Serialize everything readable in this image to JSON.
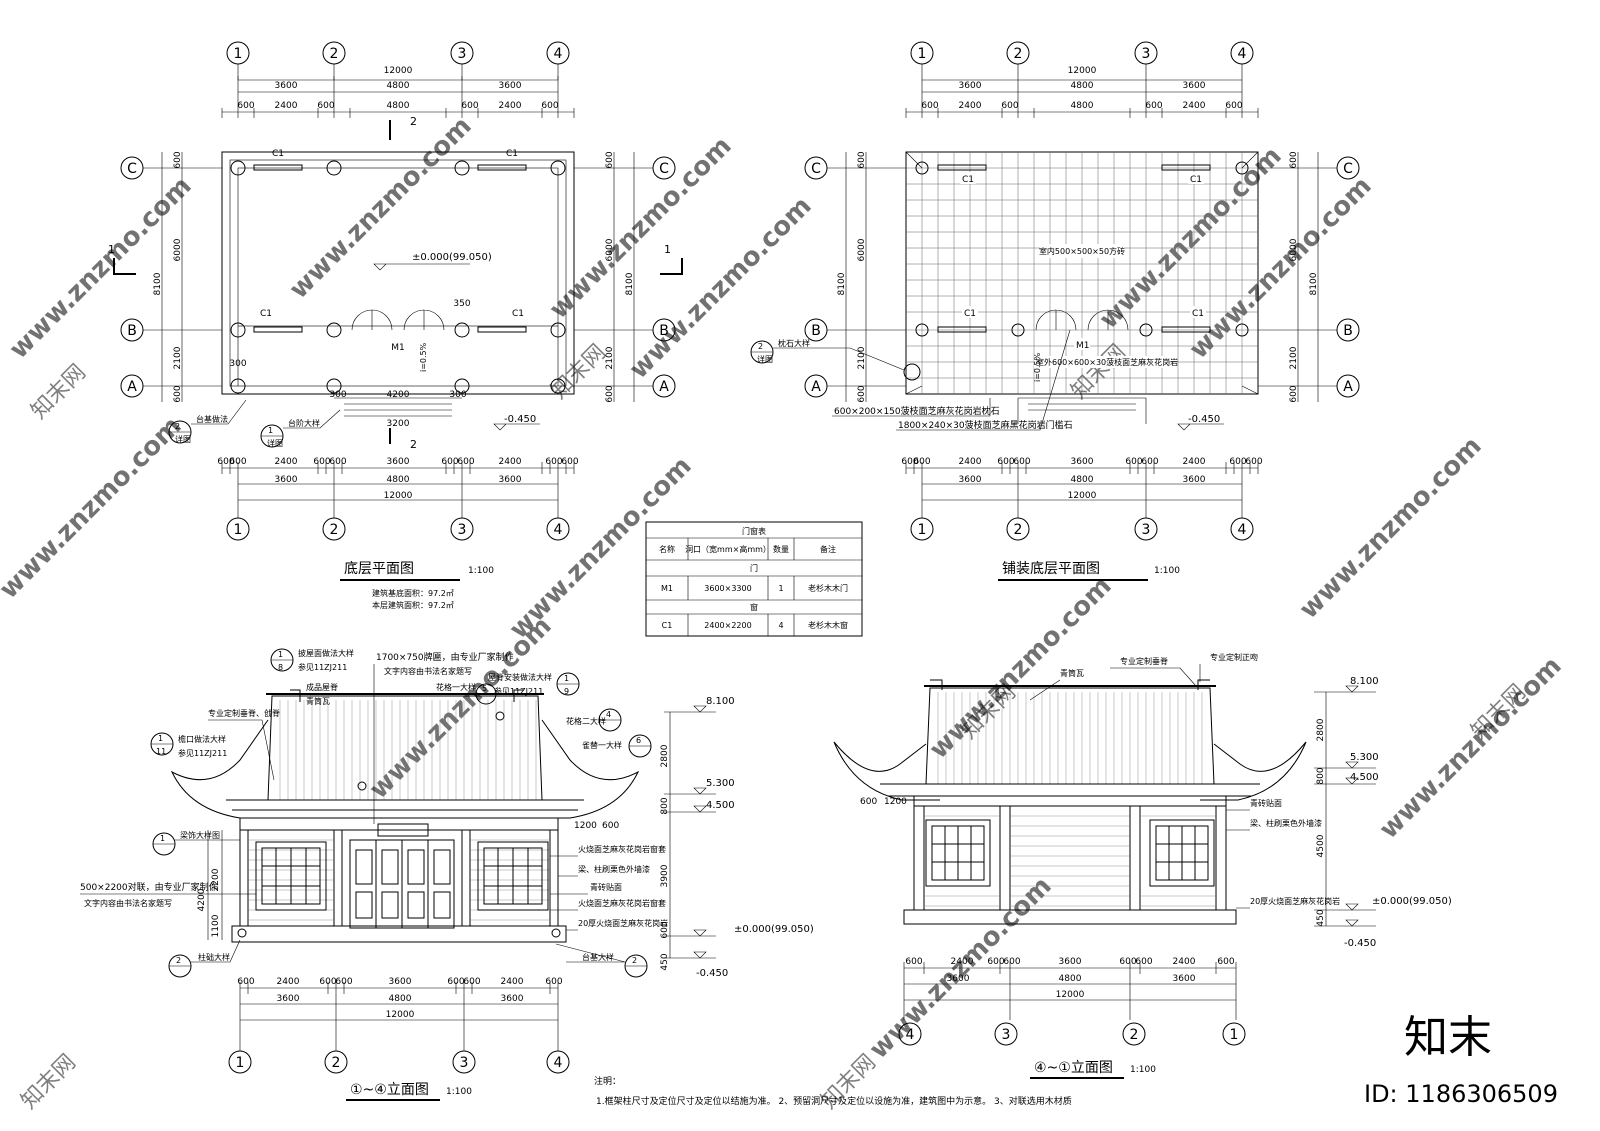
{
  "watermark": {
    "site": "www.znzmo.com",
    "brand": "知末网",
    "logo": "知末",
    "id": "ID: 1186306509"
  },
  "plan1": {
    "title": "底层平面图",
    "scale": "1:100",
    "area1": "建筑基底面积：97.2㎡",
    "area2": "本层建筑面积：97.2㎡",
    "axes_x": [
      "1",
      "2",
      "3",
      "4"
    ],
    "axes_y": [
      "C",
      "B",
      "A"
    ],
    "dims_top_total": "12000",
    "dims_top_bays": [
      "3600",
      "4800",
      "3600"
    ],
    "dims_top_sub": [
      "600",
      "2400",
      "600",
      "4800",
      "600",
      "2400",
      "600"
    ],
    "dims_side_total": "8100",
    "dims_side": [
      "600",
      "6000",
      "2100",
      "600"
    ],
    "dims_bottom_sub": [
      "600",
      "600",
      "2400",
      "600",
      "600",
      "3600",
      "600",
      "600",
      "2400",
      "600",
      "600"
    ],
    "level": "±0.000(99.050)",
    "level_out": "-0.450",
    "slope": "i=0.5%",
    "window": "C1",
    "door": "M1",
    "section1": "1",
    "section2": "2",
    "d350": "350",
    "d300": "300",
    "d4200": "4200",
    "d3200": "3200",
    "callout_base": "台基做法",
    "callout_step": "台阶大样",
    "callout_sheet": "详图"
  },
  "plan2": {
    "title": "铺装底层平面图",
    "scale": "1:100",
    "floor_note": "室内500×500×50方砖",
    "out_note": "室外600×600×30菠枝面芝麻灰花岗岩",
    "curb1": "600×200×150菠枝面芝麻灰花岗岩枕石",
    "curb2": "1800×240×30菠枝面芝麻黑花岗岩门槛石",
    "callout_pillow": "枕石大样",
    "level_out": "-0.450"
  },
  "door_table": {
    "title": "门窗表",
    "headers": [
      "名称",
      "洞口（宽mm×高mm）",
      "数量",
      "备注"
    ],
    "group_door": "门",
    "group_window": "窗",
    "rows": [
      [
        "M1",
        "3600×3300",
        "1",
        "老杉木木门"
      ],
      [
        "C1",
        "2400×2200",
        "4",
        "老杉木木窗"
      ]
    ]
  },
  "elev1": {
    "title": "①~④立面图",
    "scale": "1:100",
    "levels": [
      "8.100",
      "5.300",
      "4.500",
      "±0.000(99.050)",
      "-0.450"
    ],
    "vdims": [
      "2800",
      "800",
      "3900",
      "600",
      "450"
    ],
    "left_dims": [
      "2200",
      "1100",
      "4200"
    ],
    "plaque": "1700×750牌匾，由专业厂家制作",
    "plaque2": "文字内容由书法名家题写",
    "couplet": "500×2200对联，由专业厂家制作",
    "couplet2": "文字内容由书法名家题写",
    "notes_left": [
      "专业定制垂脊、戗脊",
      "成品屋脊",
      "青筒瓦",
      "檐口做法大样",
      "参见11ZJ211",
      "梁饰大样图",
      "柱础大样"
    ],
    "notes_top": [
      "披屋面做法大样",
      "参见11ZJ211",
      "屋脊安装做法大样",
      "参见11ZJ211",
      "花格一大样",
      "花格二大样",
      "雀替一大样"
    ],
    "notes_right": [
      "火烧面芝麻灰花岗岩窗套",
      "梁、柱刷栗色外墙漆",
      "青砖贴面",
      "火烧面芝麻灰花岗岩窗套",
      "20厚火烧面芝麻灰花岗岩",
      "台基大样"
    ],
    "d1200": "1200",
    "d600": "600",
    "dims_sub": [
      "600",
      "2400",
      "600",
      "600",
      "3600",
      "600",
      "600",
      "2400",
      "600"
    ],
    "dims_bays": [
      "3600",
      "4800",
      "3600"
    ],
    "dims_total": "12000",
    "axes": [
      "1",
      "2",
      "3",
      "4"
    ]
  },
  "elev2": {
    "title": "④~①立面图",
    "scale": "1:100",
    "levels": [
      "8.100",
      "5.300",
      "4.500",
      "±0.000(99.050)",
      "-0.450"
    ],
    "vdims": [
      "2800",
      "800",
      "4500",
      "450"
    ],
    "notes": [
      "青筒瓦",
      "专业定制垂脊",
      "专业定制正吻",
      "青砖贴面",
      "梁、柱刷栗色外墙漆",
      "20厚火烧面芝麻灰花岗岩"
    ],
    "d600": "600",
    "d1200": "1200",
    "dims_sub": [
      "600",
      "2400",
      "600",
      "600",
      "3600",
      "600",
      "600",
      "2400",
      "600"
    ],
    "dims_bays": [
      "3600",
      "4800",
      "3600"
    ],
    "dims_total": "12000",
    "axes": [
      "4",
      "3",
      "2",
      "1"
    ]
  },
  "notes": {
    "label": "注明：",
    "text": "1.框架柱尺寸及定位尺寸及定位以结施为准。  2、预留洞尺寸及定位以设施为准，建筑图中为示意。  3、对联选用木材质"
  }
}
